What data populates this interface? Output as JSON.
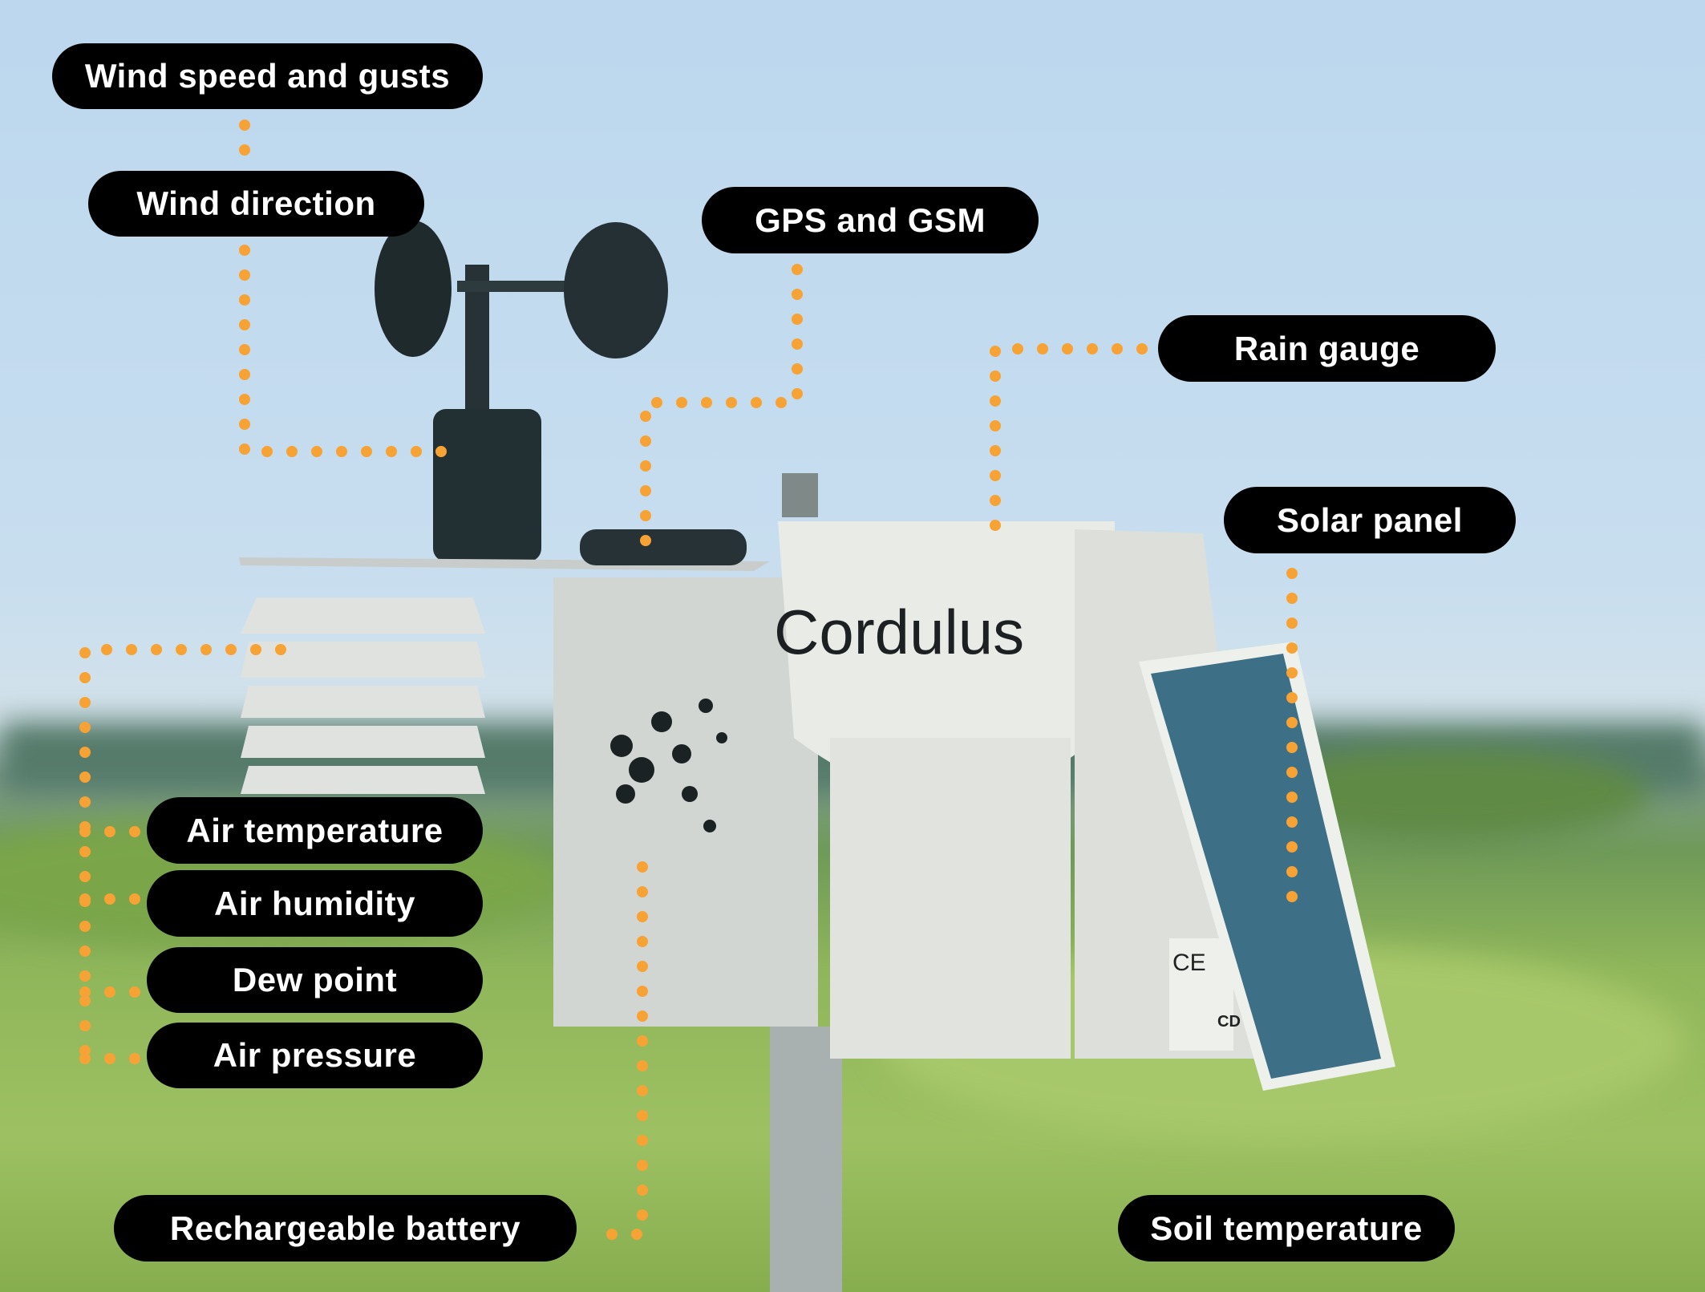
{
  "accent_color": "#f7a234",
  "photo": {
    "brand_text": "Cordulus",
    "certification_mark": "CE",
    "model_text": "CD"
  },
  "labels": {
    "wind_speed": "Wind speed and gusts",
    "wind_direction": "Wind direction",
    "gps_gsm": "GPS and GSM",
    "rain_gauge": "Rain gauge",
    "solar_panel": "Solar panel",
    "air_temperature": "Air temperature",
    "air_humidity": "Air humidity",
    "dew_point": "Dew point",
    "air_pressure": "Air pressure",
    "battery": "Rechargeable battery",
    "soil_temperature": "Soil temperature"
  }
}
